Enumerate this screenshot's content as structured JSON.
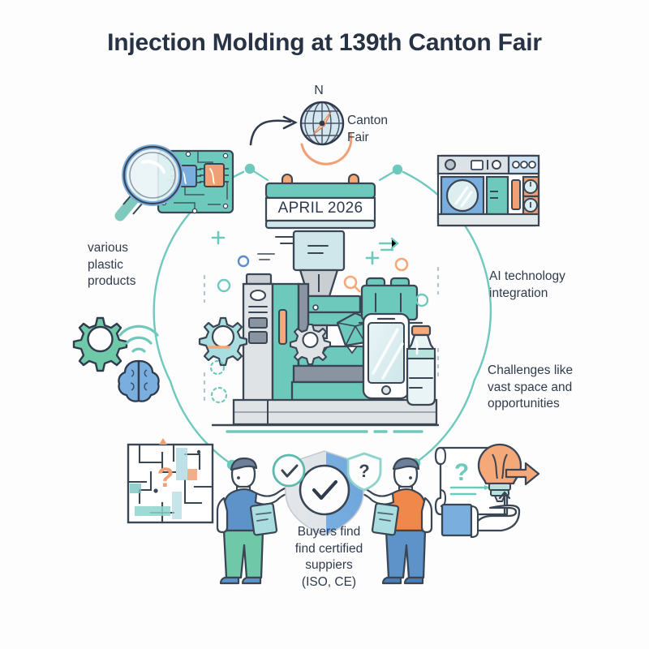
{
  "page": {
    "title": "Injection Molding at 139th Canton Fair",
    "background_color": "#fdfdfd",
    "title_color": "#273344"
  },
  "palette": {
    "teal": "#6ec9bd",
    "teal_dark": "#4db5a6",
    "teal_light": "#b7e3de",
    "blue": "#7aaede",
    "blue_light": "#cfe2f2",
    "blue_deep": "#5a8fc7",
    "orange": "#f0a074",
    "orange_light": "#f6c3a4",
    "grey": "#d4d8dc",
    "grey_mid": "#8a93a0",
    "outline": "#3b4655",
    "text": "#2f3b4d"
  },
  "compass": {
    "north_label": "N",
    "caption_line1": "Canton",
    "caption_line2": "Fair",
    "icon": "compass-globe-icon",
    "arrow": "curved-arrow-icon"
  },
  "calendar_sign": {
    "text": "APRIL 2026",
    "icon": "calendar-sign-icon"
  },
  "labels": {
    "plastic_products": {
      "lines": [
        "various",
        "plastic",
        "products"
      ],
      "text": "various plastic products"
    },
    "ai_integration": {
      "lines": [
        "AI technology",
        "integration"
      ],
      "text": "AI technology integration"
    },
    "challenges": {
      "lines": [
        "Challenges like",
        "vast space and",
        "opportunities"
      ],
      "text": "Challenges like vast space and opportunities"
    },
    "buyers": {
      "lines": [
        "Buyers find",
        "find certified",
        "suppiers",
        "(ISO, CE)"
      ],
      "text": "Buyers find find certified suppiers (ISO, CE)"
    }
  },
  "icons": {
    "magnifier_circuit": {
      "name": "magnifier-circuit-board-icon",
      "description": "magnifying glass over teal circuit board with blue and orange chips"
    },
    "appliance_panel": {
      "name": "appliance-control-panel-icon",
      "description": "machine panel with round drum window and two orange gauges"
    },
    "gear_brain_wifi": {
      "name": "gear-brain-wifi-icon",
      "description": "green gear, wifi arcs and blue brain representing AI automation"
    },
    "maze_question": {
      "name": "maze-question-mark-icon",
      "description": "maze grid with an orange question mark inside"
    },
    "blueprint_bulb_hand": {
      "name": "blueprint-lightbulb-hand-icon",
      "description": "blueprint scroll with question mark, orange lightbulb, arrow and open hand"
    },
    "shield_check": {
      "name": "shield-check-icon",
      "description": "large certification shield with check mark"
    },
    "check_circle": {
      "name": "check-circle-badge-icon",
      "description": "teal circle outline with check mark"
    },
    "shield_question": {
      "name": "shield-question-badge-icon",
      "description": "teal shield outline with question mark"
    },
    "buyer_left": {
      "name": "person-buyer-left-icon",
      "description": "person in blue shirt and green trousers pointing right holding clipboard"
    },
    "buyer_right": {
      "name": "person-supplier-right-icon",
      "description": "person in orange shirt and blue trousers pointing left holding clipboard"
    },
    "machine": {
      "name": "injection-molding-machine-icon",
      "description": "central injection molding press with hopper, nozzle and platen"
    },
    "products": {
      "gear": "plastic-gear-icon",
      "brick": "plastic-brick-icon",
      "phone": "plastic-phone-case-icon",
      "bottle": "plastic-bottle-icon",
      "crystal": "plastic-crystal-icon"
    }
  },
  "ring": {
    "name": "connector-ring",
    "node_count": 4,
    "color": "#6ec9bd"
  }
}
